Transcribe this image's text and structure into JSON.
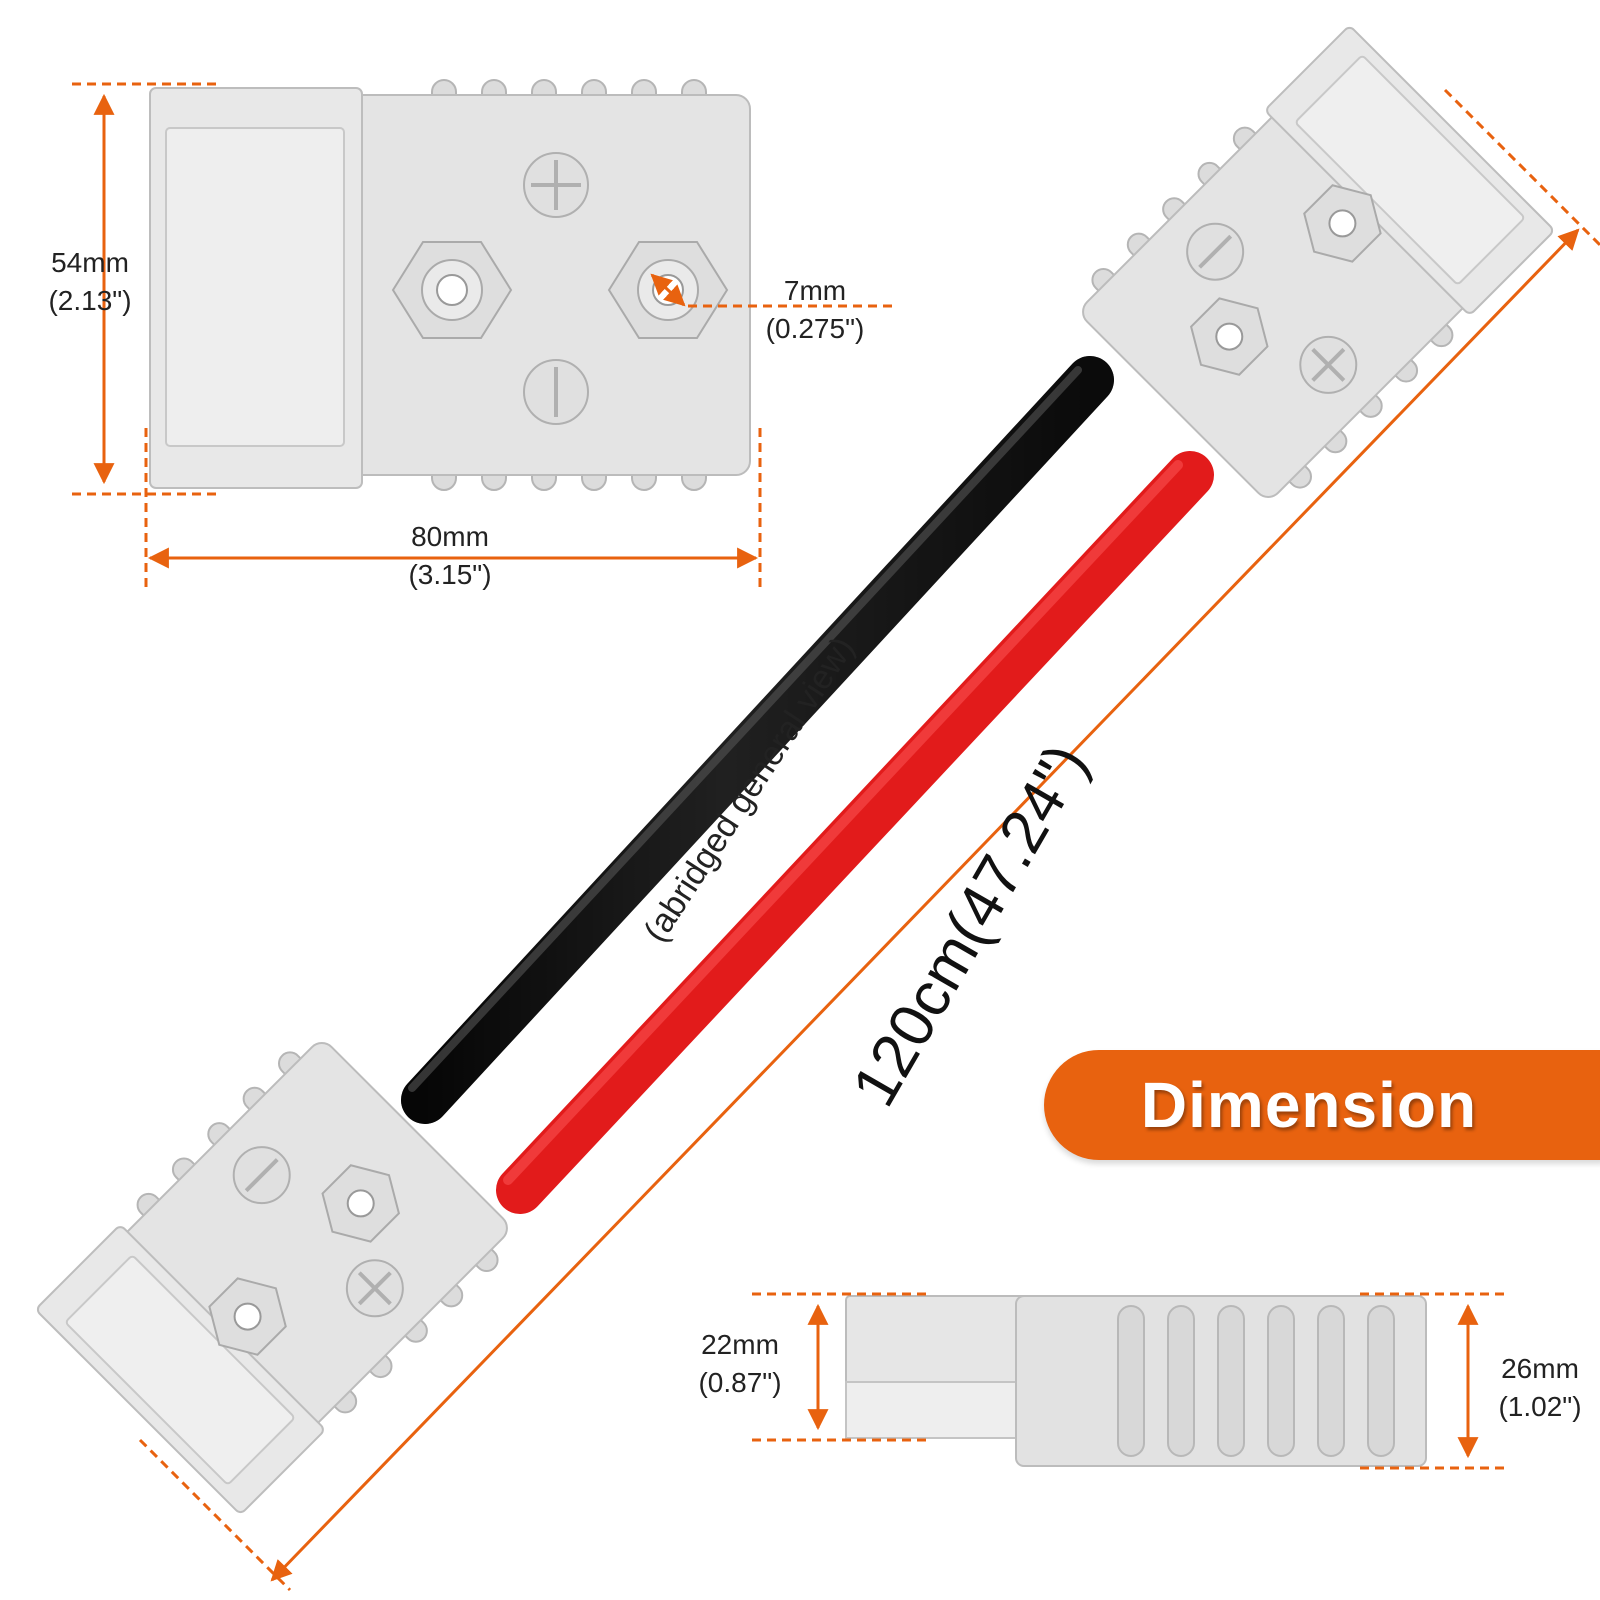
{
  "labels": {
    "height_mm": "54mm",
    "height_in": "(2.13\")",
    "width_mm": "80mm",
    "width_in": "(3.15\")",
    "hole_mm": "7mm",
    "hole_in": "(0.275\")",
    "thin_mm": "22mm",
    "thin_in": "(0.87\")",
    "thick_mm": "26mm",
    "thick_in": "(1.02\")",
    "cable_length": "120cm(47.24\")",
    "note": "(abridged general view)",
    "badge": "Dimension"
  },
  "colors": {
    "accent": "#e8620f",
    "housing": "#e3e3e3",
    "housing_edge": "#b9b9b9",
    "wire_black": "#1c1c1c",
    "wire_red": "#e21b1b"
  }
}
